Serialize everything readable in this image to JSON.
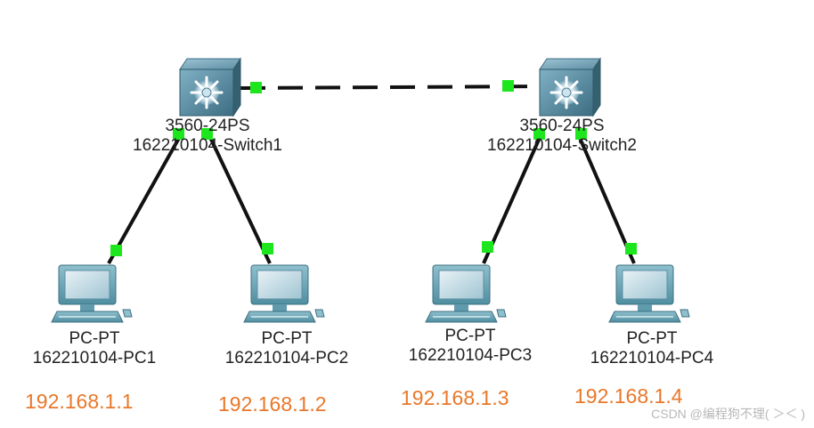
{
  "switches": [
    {
      "model": "3560-24PS",
      "name": "162210104-Switch1"
    },
    {
      "model": "3560-24PS",
      "name": "162210104-Switch2"
    }
  ],
  "pcs": [
    {
      "model": "PC-PT",
      "name": "162210104-PC1",
      "ip": "192.168.1.1"
    },
    {
      "model": "PC-PT",
      "name": "162210104-PC2",
      "ip": "192.168.1.2"
    },
    {
      "model": "PC-PT",
      "name": "162210104-PC3",
      "ip": "192.168.1.3"
    },
    {
      "model": "PC-PT",
      "name": "162210104-PC4",
      "ip": "192.168.1.4"
    }
  ],
  "watermark": "CSDN @编程狗不理( ＞＜ )",
  "colors": {
    "link": "#111111",
    "port_up": "#1ee61e",
    "ip_text": "#e8782a",
    "switch_body": "#4a7f96",
    "pc_body": "#6aa8b8"
  }
}
